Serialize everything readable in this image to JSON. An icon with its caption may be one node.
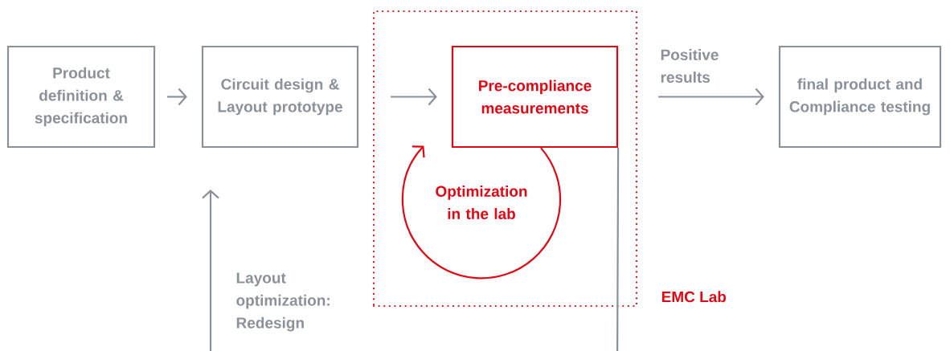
{
  "diagram": {
    "nodes": [
      {
        "text": [
          "Product definition & specification"
        ]
      },
      {
        "text": [
          "Circuit design & Layout prototype"
        ]
      },
      {
        "text": [
          "EMC Lab"
        ]
      },
      {
        "text": [
          "Pre-compliance measurements"
        ],
        "in": 2
      },
      {
        "text": [
          "final product and Compliance testing"
        ]
      }
    ],
    "edges": [
      {
        "from": 0,
        "to": 1,
        "arrow": "to"
      },
      {
        "from": 1,
        "to": 3,
        "arrow": "to"
      },
      {
        "from": 3,
        "to": 3,
        "arrow": "to",
        "label": "Optimization in the lab",
        "color": "#e30613"
      },
      {
        "from": 3,
        "to": 4,
        "arrow": "to",
        "label": "Positive results"
      },
      {
        "from": 3,
        "to": 1,
        "arrow": "to",
        "label": "Layout optimization: Redesign"
      }
    ]
  }
}
